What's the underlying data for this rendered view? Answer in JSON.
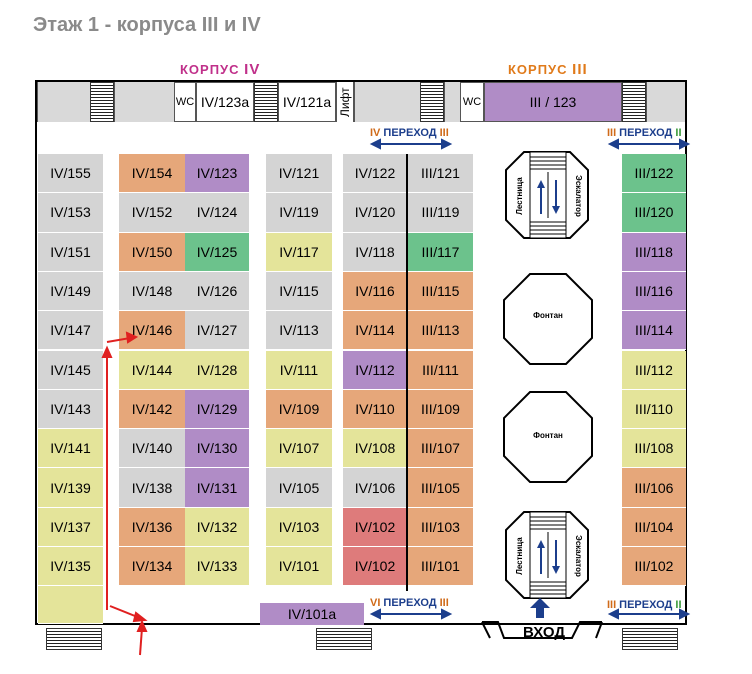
{
  "title": "Этаж 1 - корпуса III и IV",
  "korpus_iv": {
    "word": "КОРПУС",
    "num": "IV",
    "color": "#c0308a"
  },
  "korpus_iii": {
    "word": "КОРПУС",
    "num": "III",
    "color": "#e07a1a"
  },
  "top": {
    "wc1": "WC",
    "iv123a": "IV/123a",
    "iv121a": "IV/121a",
    "lift": "Лифт",
    "wc2": "WC",
    "iii123": "III / 123"
  },
  "perehod": {
    "label": "ПЕРЕХОД",
    "left_top": {
      "a": "IV",
      "b": "III"
    },
    "right_top": {
      "a": "III",
      "b": "II"
    },
    "left_bottom": {
      "a": "VI",
      "b": "III"
    },
    "right_bottom": {
      "a": "III",
      "b": "II"
    }
  },
  "stair_labels": {
    "stairs": "Лестница",
    "escalator": "Эскалатор"
  },
  "fountain": "Фонтан",
  "entrance": "ВХОД",
  "iv101a": "IV/101a",
  "col1": [
    {
      "label": "IV/155",
      "color": "gray"
    },
    {
      "label": "IV/153",
      "color": "gray"
    },
    {
      "label": "IV/151",
      "color": "gray"
    },
    {
      "label": "IV/149",
      "color": "gray"
    },
    {
      "label": "IV/147",
      "color": "gray"
    },
    {
      "label": "IV/145",
      "color": "gray"
    },
    {
      "label": "IV/143",
      "color": "gray"
    },
    {
      "label": "IV/141",
      "color": "yellow"
    },
    {
      "label": "IV/139",
      "color": "yellow"
    },
    {
      "label": "IV/137",
      "color": "yellow"
    },
    {
      "label": "IV/135",
      "color": "yellow"
    }
  ],
  "col2": [
    {
      "label": "IV/154",
      "color": "orange"
    },
    {
      "label": "IV/152",
      "color": "gray"
    },
    {
      "label": "IV/150",
      "color": "orange"
    },
    {
      "label": "IV/148",
      "color": "gray"
    },
    {
      "label": "IV/146",
      "color": "orange"
    },
    {
      "label": "IV/144",
      "color": "yellow"
    },
    {
      "label": "IV/142",
      "color": "orange"
    },
    {
      "label": "IV/140",
      "color": "gray"
    },
    {
      "label": "IV/138",
      "color": "gray"
    },
    {
      "label": "IV/136",
      "color": "orange"
    },
    {
      "label": "IV/134",
      "color": "orange"
    }
  ],
  "col3": [
    {
      "label": "IV/123",
      "color": "purple"
    },
    {
      "label": "IV/124",
      "color": "gray"
    },
    {
      "label": "IV/125",
      "color": "green"
    },
    {
      "label": "IV/126",
      "color": "gray"
    },
    {
      "label": "IV/127",
      "color": "gray"
    },
    {
      "label": "IV/128",
      "color": "yellow"
    },
    {
      "label": "IV/129",
      "color": "purple"
    },
    {
      "label": "IV/130",
      "color": "purple"
    },
    {
      "label": "IV/131",
      "color": "purple"
    },
    {
      "label": "IV/132",
      "color": "yellow"
    },
    {
      "label": "IV/133",
      "color": "yellow"
    }
  ],
  "col4": [
    {
      "label": "IV/121",
      "color": "gray"
    },
    {
      "label": "IV/119",
      "color": "gray"
    },
    {
      "label": "IV/117",
      "color": "yellow"
    },
    {
      "label": "IV/115",
      "color": "gray"
    },
    {
      "label": "IV/113",
      "color": "gray"
    },
    {
      "label": "IV/111",
      "color": "yellow"
    },
    {
      "label": "IV/109",
      "color": "orange"
    },
    {
      "label": "IV/107",
      "color": "yellow"
    },
    {
      "label": "IV/105",
      "color": "gray"
    },
    {
      "label": "IV/103",
      "color": "yellow"
    },
    {
      "label": "IV/101",
      "color": "yellow"
    }
  ],
  "col5": [
    {
      "label": "IV/122",
      "color": "gray"
    },
    {
      "label": "IV/120",
      "color": "gray"
    },
    {
      "label": "IV/118",
      "color": "gray"
    },
    {
      "label": "IV/116",
      "color": "orange"
    },
    {
      "label": "IV/114",
      "color": "orange"
    },
    {
      "label": "IV/112",
      "color": "purple"
    },
    {
      "label": "IV/110",
      "color": "orange"
    },
    {
      "label": "IV/108",
      "color": "yellow"
    },
    {
      "label": "IV/106",
      "color": "gray"
    },
    {
      "label": "IV/102",
      "color": "red"
    },
    {
      "label": "IV/102",
      "color": "red"
    }
  ],
  "col6": [
    {
      "label": "III/121",
      "color": "gray"
    },
    {
      "label": "III/119",
      "color": "gray"
    },
    {
      "label": "III/117",
      "color": "green"
    },
    {
      "label": "III/115",
      "color": "orange"
    },
    {
      "label": "III/113",
      "color": "orange"
    },
    {
      "label": "III/111",
      "color": "orange"
    },
    {
      "label": "III/109",
      "color": "orange"
    },
    {
      "label": "III/107",
      "color": "orange"
    },
    {
      "label": "III/105",
      "color": "orange"
    },
    {
      "label": "III/103",
      "color": "orange"
    },
    {
      "label": "III/101",
      "color": "orange"
    }
  ],
  "col7": [
    {
      "label": "III/122",
      "color": "green"
    },
    {
      "label": "III/120",
      "color": "green"
    },
    {
      "label": "III/118",
      "color": "purple"
    },
    {
      "label": "III/116",
      "color": "purple"
    },
    {
      "label": "III/114",
      "color": "purple"
    },
    {
      "label": "III/112",
      "color": "yellow"
    },
    {
      "label": "III/110",
      "color": "yellow"
    },
    {
      "label": "III/108",
      "color": "yellow"
    },
    {
      "label": "III/106",
      "color": "orange"
    },
    {
      "label": "III/104",
      "color": "orange"
    },
    {
      "label": "III/102",
      "color": "orange"
    }
  ]
}
